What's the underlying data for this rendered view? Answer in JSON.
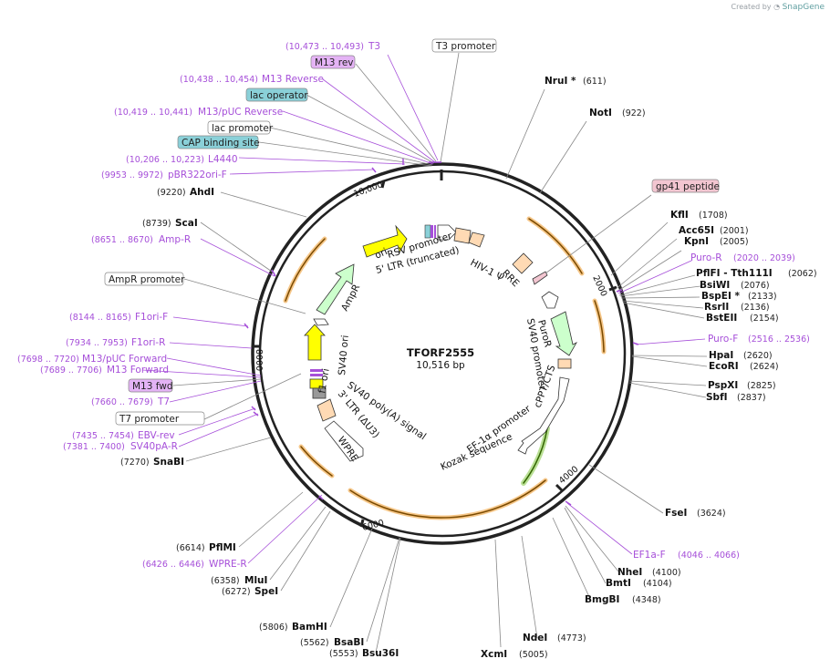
{
  "credit": {
    "prefix": "Created by",
    "brand": "SnapGene"
  },
  "plasmid": {
    "name": "TFORF2555",
    "size": "10,516 bp",
    "total_bp": 10516
  },
  "colors": {
    "purple": "#a64fd9",
    "backbone": "#222222",
    "orange": "#f0a23a",
    "yellow": "#ffff00",
    "green": "#ccffcc",
    "peach": "#ffdab4",
    "teal_box": "#8ad0d8",
    "purple_box": "#e4b3f5",
    "pink_box": "#f3c6d1"
  },
  "ticks": [
    {
      "label": "2000",
      "bp": 2000
    },
    {
      "label": "4000",
      "bp": 4000
    },
    {
      "label": "6000",
      "bp": 6000
    },
    {
      "label": "8000",
      "bp": 8000
    },
    {
      "label": "10,000",
      "bp": 10000
    }
  ],
  "sites_right": [
    {
      "name": "NruI *",
      "pos": "(611)"
    },
    {
      "name": "NotI",
      "pos": "(922)"
    },
    {
      "name": "gp41 peptide",
      "pos": ""
    },
    {
      "name": "KflI",
      "pos": "(1708)"
    },
    {
      "name": "Acc65I",
      "pos": "(2001)"
    },
    {
      "name": "KpnI",
      "pos": "(2005)"
    },
    {
      "name": "Puro-R",
      "pos": "(2020 .. 2039)"
    },
    {
      "name": "PflFI - Tth111I",
      "pos": "(2062)"
    },
    {
      "name": "BsiWI",
      "pos": "(2076)"
    },
    {
      "name": "BspEI *",
      "pos": "(2133)"
    },
    {
      "name": "RsrII",
      "pos": "(2136)"
    },
    {
      "name": "BstEII",
      "pos": "(2154)"
    },
    {
      "name": "Puro-F",
      "pos": "(2516 .. 2536)"
    },
    {
      "name": "HpaI",
      "pos": "(2620)"
    },
    {
      "name": "EcoRI",
      "pos": "(2624)"
    },
    {
      "name": "PspXI",
      "pos": "(2825)"
    },
    {
      "name": "SbfI",
      "pos": "(2837)"
    },
    {
      "name": "FseI",
      "pos": "(3624)"
    },
    {
      "name": "EF1a-F",
      "pos": "(4046 .. 4066)"
    },
    {
      "name": "NheI",
      "pos": "(4100)"
    },
    {
      "name": "BmtI",
      "pos": "(4104)"
    },
    {
      "name": "BmgBI",
      "pos": "(4348)"
    },
    {
      "name": "NdeI",
      "pos": "(4773)"
    },
    {
      "name": "XcmI",
      "pos": "(5005)"
    }
  ],
  "sites_left": [
    {
      "name": "T3",
      "pos": "(10,473 .. 10,493)"
    },
    {
      "name": "M13 rev",
      "pos": ""
    },
    {
      "name": "M13 Reverse",
      "pos": "(10,438 .. 10,454)"
    },
    {
      "name": "lac operator",
      "pos": ""
    },
    {
      "name": "M13/pUC Reverse",
      "pos": "(10,419 .. 10,441)"
    },
    {
      "name": "lac promoter",
      "pos": ""
    },
    {
      "name": "CAP binding site",
      "pos": ""
    },
    {
      "name": "L4440",
      "pos": "(10,206 .. 10,223)"
    },
    {
      "name": "pBR322ori-F",
      "pos": "(9953 .. 9972)"
    },
    {
      "name": "AhdI",
      "pos": "(9220)"
    },
    {
      "name": "ScaI",
      "pos": "(8739)"
    },
    {
      "name": "Amp-R",
      "pos": "(8651 .. 8670)"
    },
    {
      "name": "AmpR promoter",
      "pos": ""
    },
    {
      "name": "F1ori-F",
      "pos": "(8144 .. 8165)"
    },
    {
      "name": "F1ori-R",
      "pos": "(7934 .. 7953)"
    },
    {
      "name": "M13/pUC Forward",
      "pos": "(7698 .. 7720)"
    },
    {
      "name": "M13 Forward",
      "pos": "(7689 .. 7706)"
    },
    {
      "name": "M13 fwd",
      "pos": ""
    },
    {
      "name": "T7",
      "pos": "(7660 .. 7679)"
    },
    {
      "name": "T7 promoter",
      "pos": ""
    },
    {
      "name": "EBV-rev",
      "pos": "(7435 .. 7454)"
    },
    {
      "name": "SV40pA-R",
      "pos": "(7381 .. 7400)"
    },
    {
      "name": "SnaBI",
      "pos": "(7270)"
    },
    {
      "name": "PflMI",
      "pos": "(6614)"
    },
    {
      "name": "WPRE-R",
      "pos": "(6426 .. 6446)"
    },
    {
      "name": "MluI",
      "pos": "(6358)"
    },
    {
      "name": "SpeI",
      "pos": "(6272)"
    },
    {
      "name": "BamHI",
      "pos": "(5806)"
    },
    {
      "name": "BsaBI",
      "pos": "(5562)"
    },
    {
      "name": "Bsu36I",
      "pos": "(5553)"
    },
    {
      "name": "T3 promoter",
      "pos": ""
    }
  ],
  "features": [
    {
      "name": "RSV promoter"
    },
    {
      "name": "5' LTR (truncated)"
    },
    {
      "name": "HIV-1 Ψ"
    },
    {
      "name": "RRE"
    },
    {
      "name": "PuroR"
    },
    {
      "name": "SV40 promoter"
    },
    {
      "name": "cPPT/CTS"
    },
    {
      "name": "EF-1α promoter"
    },
    {
      "name": "Kozak sequence"
    },
    {
      "name": "WPRE"
    },
    {
      "name": "3' LTR (ΔU3)"
    },
    {
      "name": "SV40 poly(A) signal"
    },
    {
      "name": "f1 ori"
    },
    {
      "name": "SV40 ori"
    },
    {
      "name": "AmpR"
    },
    {
      "name": "ori"
    }
  ]
}
